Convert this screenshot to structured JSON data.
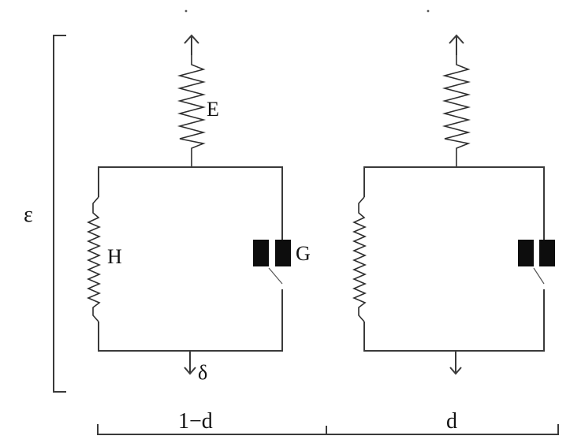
{
  "labels": {
    "E": "E",
    "H": "H",
    "G": "G",
    "delta": "δ",
    "epsilon": "ε",
    "one_minus_d": "1−d",
    "d": "d"
  },
  "colors": {
    "line": "#3a3a3a",
    "pad": "#0d0d0d",
    "background": "#ffffff"
  }
}
